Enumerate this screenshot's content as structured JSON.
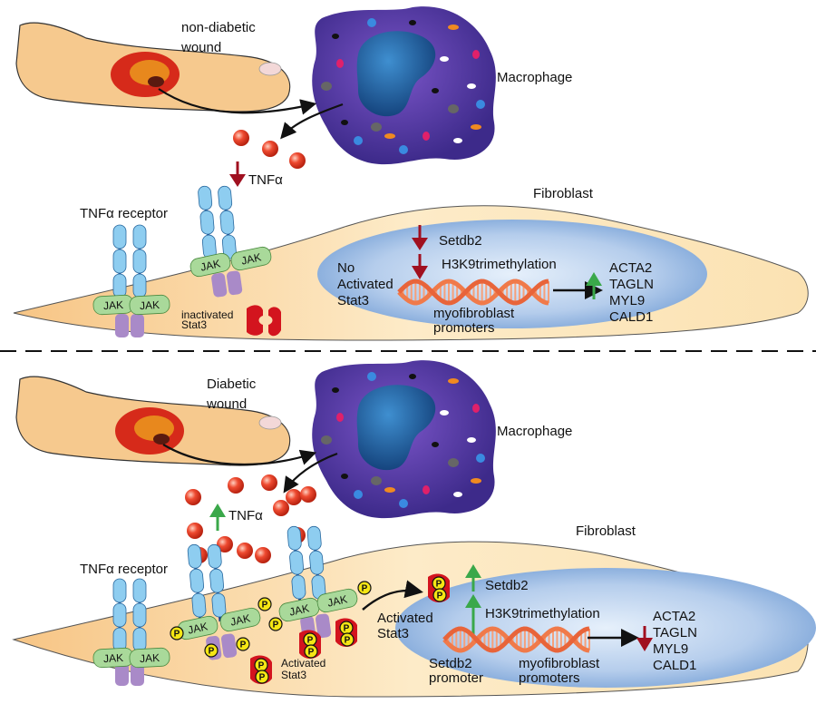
{
  "colors": {
    "foot": "#f6c98e",
    "macrophage": "#5b3fa8",
    "nucleus": "#1e5d9c",
    "fibroblast": "#fbe3b4",
    "cell_nucleus": "#8fb4e0",
    "tnf": "#e8452c",
    "receptor": "#8ecdf0",
    "jak": "#a9d99a",
    "kinase": "#a98ac8",
    "stat3": "#d3141e",
    "phospho": "#f5e614",
    "dna": "#f07a4a",
    "arrow_down": "#a01020",
    "arrow_up": "#3aa84a"
  },
  "top": {
    "wound_label_1": "non-diabetic",
    "wound_label_2": "wound",
    "macrophage": "Macrophage",
    "tnf": "TNFα",
    "tnf_trend": "down-arrow-icon",
    "fibroblast": "Fibroblast",
    "receptor": "TNFα receptor",
    "jak": "JAK",
    "inactivated_1": "inactivated",
    "inactivated_2": "Stat3",
    "no_activated": [
      "No",
      "Activated",
      "Stat3"
    ],
    "setdb2": "Setdb2",
    "h3k9": "H3K9trimethylation",
    "promoters_1": "myofibroblast",
    "promoters_2": "promoters",
    "genes": [
      "ACTA2",
      "TAGLN",
      "MYL9",
      "CALD1"
    ],
    "genes_trend": "up-arrow-icon"
  },
  "bottom": {
    "wound_label_1": "Diabetic",
    "wound_label_2": "wound",
    "macrophage": "Macrophage",
    "tnf": "TNFα",
    "tnf_trend": "up-arrow-icon",
    "fibroblast": "Fibroblast",
    "receptor": "TNFα receptor",
    "jak": "JAK",
    "phospho": "P",
    "activated_cyto_1": "Activated",
    "activated_cyto_2": "Stat3",
    "activated_nuc_1": "Activated",
    "activated_nuc_2": "Stat3",
    "setdb2": "Setdb2",
    "h3k9": "H3K9trimethylation",
    "setdb2_promoter_1": "Setdb2",
    "setdb2_promoter_2": "promoter",
    "promoters_1": "myofibroblast",
    "promoters_2": "promoters",
    "genes": [
      "ACTA2",
      "TAGLN",
      "MYL9",
      "CALD1"
    ],
    "genes_trend": "down-arrow-icon"
  }
}
